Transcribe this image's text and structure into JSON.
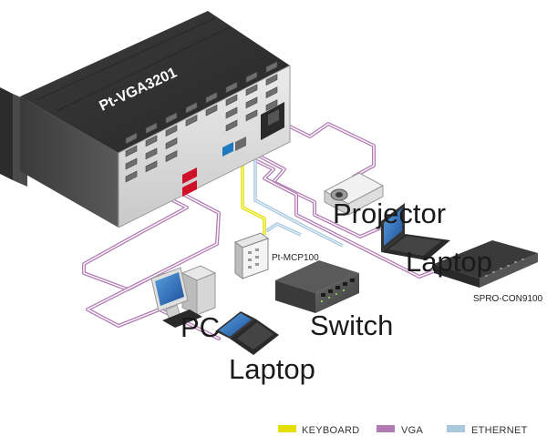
{
  "device": {
    "title": "Pt-VGA3201"
  },
  "labels": {
    "projector": "Projector",
    "laptop_right": "Laptop",
    "pt_mcp": "Pt-MCP100",
    "spro_con": "SPRO-CON9100",
    "switch": "Switch",
    "pc": "PC",
    "laptop_bottom": "Laptop"
  },
  "legend": [
    {
      "label": "KEYBOARD",
      "color": "#e3e000"
    },
    {
      "label": "VGA",
      "color": "#b27bb3"
    },
    {
      "label": "ETHERNET",
      "color": "#a8c8dc"
    }
  ],
  "colors": {
    "keyboard": "#e3e000",
    "vga": "#b27bb3",
    "ethernet": "#a8c8dc"
  }
}
